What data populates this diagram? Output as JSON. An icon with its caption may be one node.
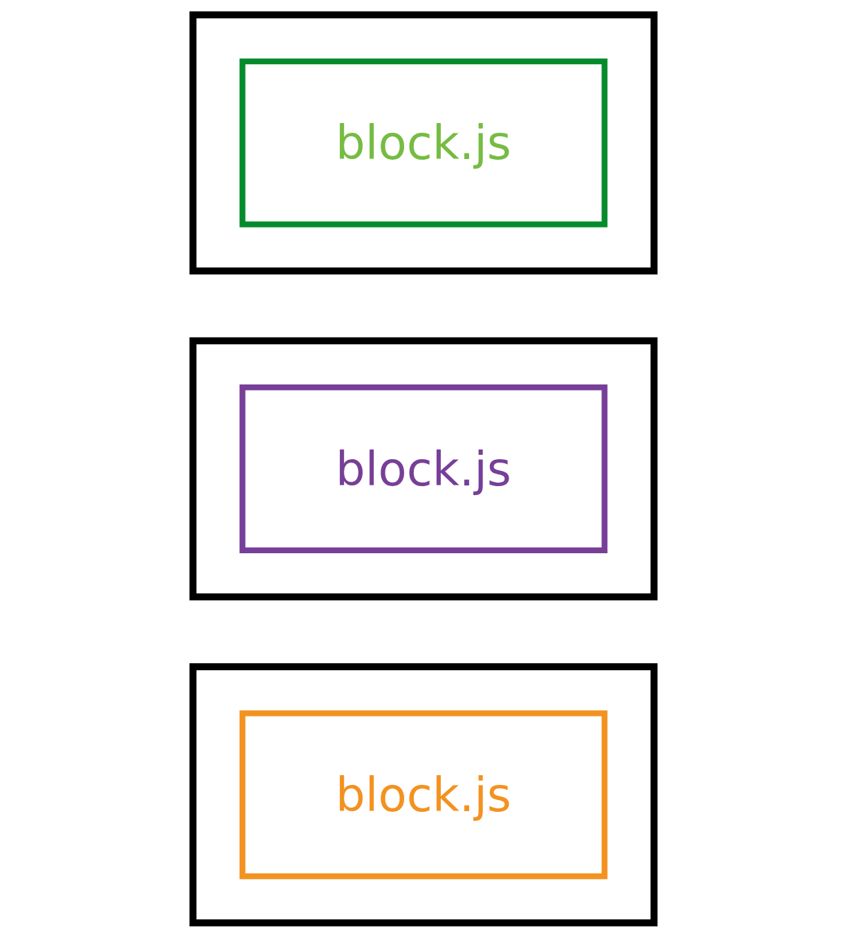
{
  "diagram": {
    "nodes": [
      {
        "text": [],
        "shape": "box"
      },
      {
        "text": [
          "block.js"
        ],
        "in": 0
      },
      {
        "text": [],
        "shape": "box"
      },
      {
        "text": [
          "block.js"
        ],
        "in": 2
      },
      {
        "text": [],
        "shape": "box"
      },
      {
        "text": [
          "block.js"
        ],
        "in": 4
      }
    ],
    "edges": []
  }
}
